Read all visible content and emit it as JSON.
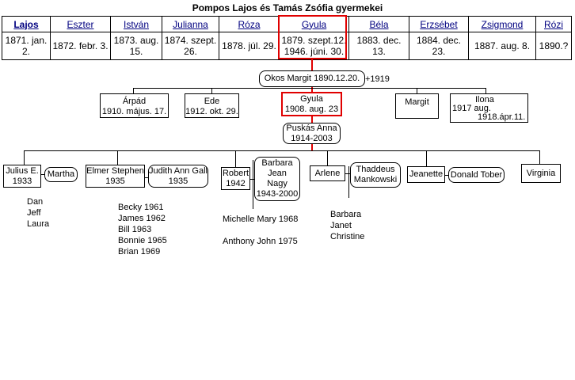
{
  "title": "Pompos Lajos és Tamás Zsófia gyermekei",
  "children": [
    {
      "name": "Lajos",
      "date": "1871. jan. 2."
    },
    {
      "name": "Eszter",
      "date": "1872. febr. 3."
    },
    {
      "name": "István",
      "date": "1873. aug. 15."
    },
    {
      "name": "Julianna",
      "date": "1874. szept. 26."
    },
    {
      "name": "Róza",
      "date": "1878. júl. 29."
    },
    {
      "name": "Gyula",
      "date_line1": "1879. szept.12.",
      "date_line2": "1946. júni. 30."
    },
    {
      "name": "Béla",
      "date": "1883. dec. 13."
    },
    {
      "name": "Erzsébet",
      "date": "1884. dec. 23."
    },
    {
      "name": "Zsigmond",
      "date": "1887. aug. 8."
    },
    {
      "name": "Rózi",
      "date": "1890.?"
    }
  ],
  "spouse1": {
    "text": "Okos Margit 1890.12.20.",
    "death": "+1919"
  },
  "gen2": [
    {
      "line1": "Árpád",
      "line2": "1910. május. 17."
    },
    {
      "line1": "Ede",
      "line2": "1912. okt. 29."
    },
    {
      "line1": "Gyula",
      "line2": "1908. aug. 23"
    },
    {
      "line1": "Margit"
    },
    {
      "line1": "Ilona",
      "line2": "1917 aug.",
      "line3": "1918.ápr.11."
    }
  ],
  "spouse2": {
    "line1": "Puskás Anna",
    "line2": "1914-2003"
  },
  "gen3": {
    "julius": {
      "line1": "Julius E.",
      "line2": "1933",
      "spouse": "Martha",
      "kids": [
        "Dan",
        "Jeff",
        "Laura"
      ]
    },
    "elmer": {
      "line1": "Elmer Stephen",
      "line2": "1935",
      "spouse1": "Judith Ann Gall",
      "spouse2": "1935",
      "kids": [
        "Becky 1961",
        "James 1962",
        "Bill 1963",
        "Bonnie 1965",
        "Brian 1969"
      ]
    },
    "robert": {
      "line1": "Robert",
      "line2": "1942",
      "spouse1": "Barbara",
      "spouse2": "Jean",
      "spouse3": "Nagy",
      "spouse4": "1943-2000",
      "kid1": "Michelle Mary 1968",
      "kid2": "Anthony John 1975"
    },
    "arlene": {
      "name": "Arlene",
      "spouse1": "Thaddeus",
      "spouse2": "Mankowski",
      "kids": [
        "Barbara",
        "Janet",
        "Christine"
      ]
    },
    "jeanette": {
      "name": "Jeanette",
      "spouse": "Donald Tober"
    },
    "virginia": {
      "name": "Virginia"
    }
  }
}
